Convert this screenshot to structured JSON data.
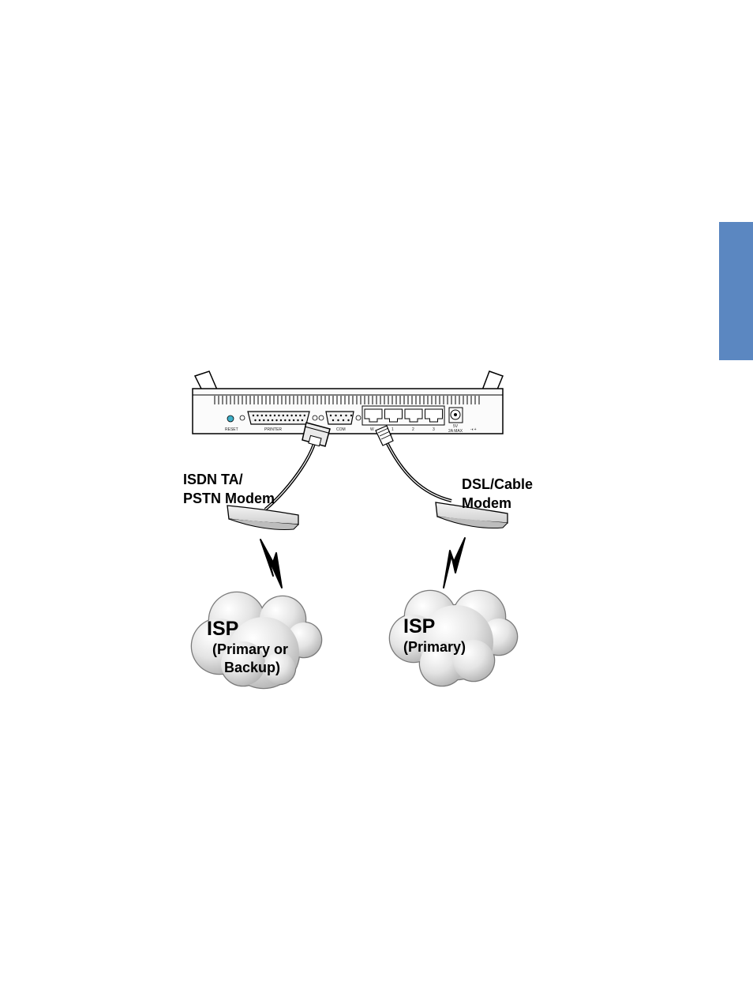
{
  "colors": {
    "side_tab": "#5b87c1",
    "cloud_fill": "#d9d9d9",
    "cloud_stroke": "#7a7a7a",
    "modem_fill": "#e6e6e6",
    "router_fill": "#f7f7f7"
  },
  "router": {
    "ports": {
      "reset": "RESET",
      "printer": "PRINTER",
      "com": "COM",
      "wan": "W",
      "lan1": "1",
      "lan2": "2",
      "lan3": "3",
      "power_line1": "5V",
      "power_line2": "2A MAX"
    }
  },
  "left_branch": {
    "modem_label_line1": "ISDN TA/",
    "modem_label_line2": "PSTN Modem",
    "isp_title": "ISP",
    "isp_sub_line1": "(Primary or",
    "isp_sub_line2": "Backup)"
  },
  "right_branch": {
    "modem_label_line1": "DSL/Cable",
    "modem_label_line2": "Modem",
    "isp_title": "ISP",
    "isp_sub_line1": "(Primary)"
  }
}
